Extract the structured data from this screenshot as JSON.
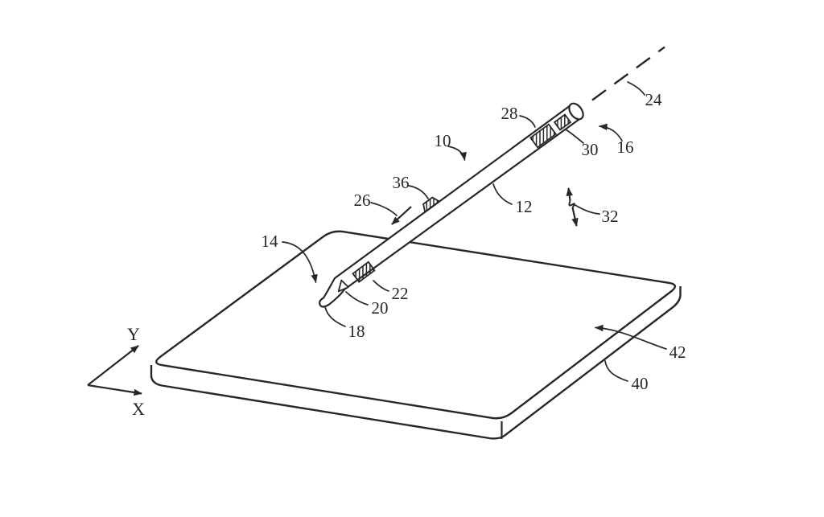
{
  "figure": {
    "background": "#ffffff",
    "ink": "#272727"
  },
  "axis_labels": {
    "x": "X",
    "y": "Y"
  },
  "reference_labels": [
    {
      "ref": "10"
    },
    {
      "ref": "12"
    },
    {
      "ref": "14"
    },
    {
      "ref": "16"
    },
    {
      "ref": "18"
    },
    {
      "ref": "20"
    },
    {
      "ref": "22"
    },
    {
      "ref": "24"
    },
    {
      "ref": "26"
    },
    {
      "ref": "28"
    },
    {
      "ref": "30"
    },
    {
      "ref": "32"
    },
    {
      "ref": "36"
    },
    {
      "ref": "40"
    },
    {
      "ref": "42"
    }
  ]
}
